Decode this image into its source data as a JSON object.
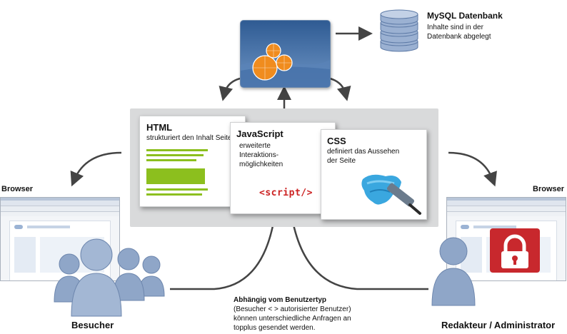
{
  "mysql": {
    "title": "MySQL Datenbank",
    "desc_line1": "Inhalte sind in der",
    "desc_line2": "Datenbank abgelegt"
  },
  "html_card": {
    "title": "HTML",
    "desc": "strukturiert den Inhalt Seite"
  },
  "js_card": {
    "title": "JavaScript",
    "line1": "erweiterte",
    "line2": "Interaktions-",
    "line3": "möglichkeiten",
    "code": "<script/>"
  },
  "css_card": {
    "title": "CSS",
    "line1": "definiert das Aussehen",
    "line2": "der Seite"
  },
  "left": {
    "browser_label": "Browser",
    "role": "Besucher"
  },
  "right": {
    "browser_label": "Browser",
    "role": "Redakteur / Administrator"
  },
  "note": {
    "title": "Abhängig vom Benutzertyp",
    "line1": "(Besucher < > autorisierter Benutzer)",
    "line2": "können unterschiedliche Anfragen an",
    "line3": "topplus gesendet werden."
  },
  "colors": {
    "accent_orange": "#f08c1e",
    "html_green": "#8cbf1e",
    "code_red": "#cc2222",
    "lock_red": "#c8282d",
    "people_blue": "#8fa6c8"
  }
}
